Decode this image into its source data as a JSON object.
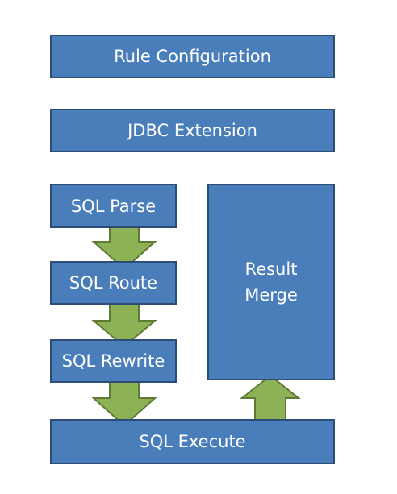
{
  "boxes": {
    "rule_configuration": "Rule Configuration",
    "jdbc_extension": "JDBC Extension",
    "sql_parse": "SQL Parse",
    "sql_route": "SQL Route",
    "sql_rewrite": "SQL Rewrite",
    "sql_execute": "SQL Execute",
    "result_merge": "Result\nMerge"
  },
  "colors": {
    "box_fill": "#4a7ebb",
    "box_border": "#2c4d75",
    "arrow_fill": "#8db255",
    "arrow_border": "#5e7a35",
    "text": "#ffffff"
  }
}
